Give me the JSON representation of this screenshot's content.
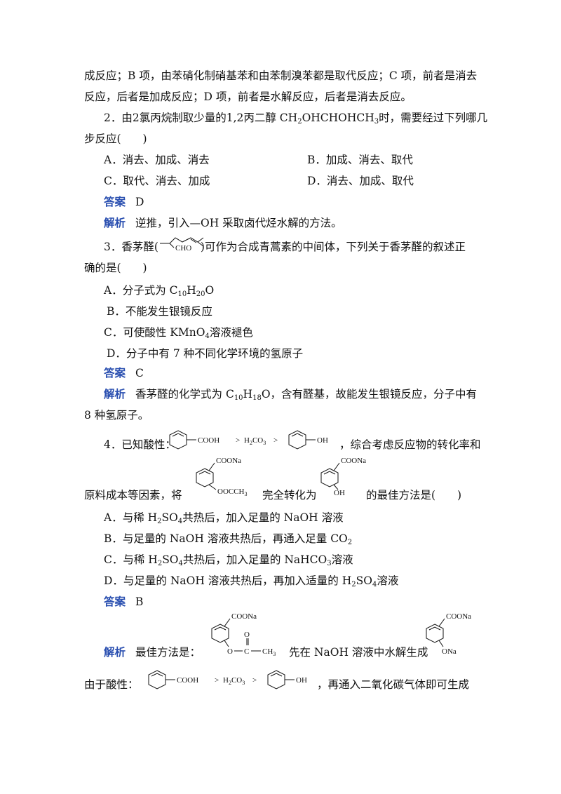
{
  "continuation": {
    "line1": "成反应；B 项，由苯硝化制硝基苯和由苯制溴苯都是取代反应；C 项，前者是消去",
    "line2": "反应，后者是加成反应；D 项，前者是水解反应，后者是消去反应。"
  },
  "q2": {
    "stem1_pre": "2．由2氯丙烷制取少量的1,2丙二醇 CH",
    "stem1_sub1": "2",
    "stem1_mid": "OHCHOHCH",
    "stem1_sub2": "3",
    "stem1_post": "时，需要经过下列哪几",
    "stem2": "步反应(　　)",
    "optA": "A．消去、加成、消去",
    "optB": "B．加成、消去、取代",
    "optC": "C．取代、消去、加成",
    "optD": "D．消去、加成、取代",
    "answer_label": "答案",
    "answer": "D",
    "analysis_label": "解析",
    "analysis": "逆推，引入—OH 采取卤代烃水解的方法。"
  },
  "q3": {
    "stem1_pre": "3．香茅醛(",
    "struct_label": "CHO",
    "stem1_post": ")可作为合成青蒿素的中间体，下列关于香茅醛的叙述正",
    "stem2": "确的是(　　)",
    "optA_pre": "A．分子式为 C",
    "optA_s1": "10",
    "optA_m": "H",
    "optA_s2": "20",
    "optA_post": "O",
    "optB": "B．不能发生银镜反应",
    "optC_pre": "C．可使酸性 KMnO",
    "optC_s": "4",
    "optC_post": "溶液褪色",
    "optD": "D．分子中有 7 种不同化学环境的氢原子",
    "answer_label": "答案",
    "answer": "C",
    "analysis_label": "解析",
    "analysis_pre": "香茅醛的化学式为 C",
    "analysis_s1": "10",
    "analysis_m": "H",
    "analysis_s2": "18",
    "analysis_post": "O，含有醛基，故能发生银镜反应，分子中有",
    "analysis2": "8 种氢原子。"
  },
  "q4": {
    "stem1_pre": "4．已知酸性：",
    "cooh": "COOH",
    "gt": ">",
    "h2co3_pre": "H",
    "h2co3_s1": "2",
    "h2co3_m": "CO",
    "h2co3_s2": "3",
    "oh": "OH",
    "stem1_post": "，综合考虑反应物的转化率和",
    "stem2_pre": "原料成本等因素，将",
    "coona": "COONa",
    "ooccch3": "OOCCH",
    "ooccch3_s": "3",
    "stem2_mid": "完全转化为",
    "stem2_post": "的最佳方法是(　　)",
    "optA_pre": "A．与稀 H",
    "optA_s1": "2",
    "optA_m": "SO",
    "optA_s2": "4",
    "optA_post": "共热后，加入足量的 NaOH 溶液",
    "optB_pre": "B．与足量的 NaOH 溶液共热后，再通入足量 CO",
    "optB_s": "2",
    "optC_pre": "C．与稀 H",
    "optC_s1": "2",
    "optC_m": "SO",
    "optC_s2": "4",
    "optC_mid": "共热后，加入足量的 NaHCO",
    "optC_s3": "3",
    "optC_post": "溶液",
    "optD_pre": "D．与足量的 NaOH 溶液共热后，再加入适量的 H",
    "optD_s1": "2",
    "optD_m": "SO",
    "optD_s2": "4",
    "optD_post": "溶液",
    "answer_label": "答案",
    "answer": "B",
    "analysis_label": "解析",
    "analysis1_pre": "最佳方法是：",
    "o_atom": "O",
    "c_atom": "C",
    "ch3": "CH",
    "ch3_s": "3",
    "analysis1_mid": "先在 NaOH 溶液中水解生成",
    "ona": "ONa",
    "analysis2_pre": "由于酸性：",
    "analysis2_post": "，再通入二氧化碳气体即可生成"
  }
}
